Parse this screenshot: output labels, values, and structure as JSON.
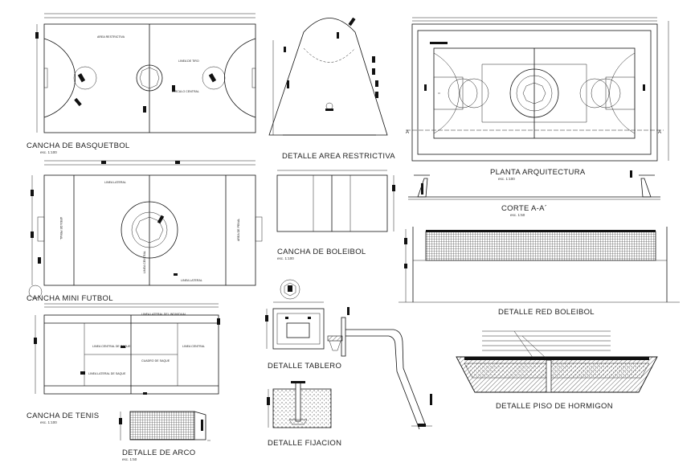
{
  "drawings": {
    "basketball": {
      "title": "CANCHA DE BASQUETBOL",
      "scale": "esc. 1:100",
      "notes": [
        "AREA RESTRICTIVA",
        "LINEA DE TIRO",
        "CIRCULO CENTRAL"
      ]
    },
    "restrictive_area": {
      "title": "DETALLE  AREA RESTRICTIVA"
    },
    "plan": {
      "title": "PLANTA ARQUITECTURA",
      "scale": "esc. 1:100",
      "section_marker": "A"
    },
    "section": {
      "title": "CORTE A-A´",
      "scale": "esc. 1:50"
    },
    "mini_football": {
      "title": "CANCHA MINI FUTBOL",
      "notes": [
        "LINEA LATERAL",
        "AREA DE PENAL",
        "AREA DE PENAL",
        "LINEA CENTRAL",
        "LINEA LATERAL"
      ]
    },
    "volleyball": {
      "title": "CANCHA DE BOLEIBOL",
      "scale": "esc. 1:100"
    },
    "volleyball_net": {
      "title": "DETALLE RED BOLEIBOL"
    },
    "tennis": {
      "title": "CANCHA DE TENIS",
      "scale": "esc. 1:100",
      "notes": [
        "LINEA LATERAL DEL INDIVIDUAL",
        "LINEA CENTRAL DE SAQUE",
        "CUADRO DE SAQUE",
        "LINEA LATERAL DE SAQUE",
        "LINEA CENTRAL"
      ]
    },
    "backboard": {
      "title": "DETALLE TABLERO"
    },
    "anchoring": {
      "title": "DETALLE FIJACION"
    },
    "goal": {
      "title": "DETALLE DE ARCO",
      "scale": "esc. 1:50"
    },
    "concrete_floor": {
      "title": "DETALLE  PISO DE HORMIGON"
    }
  }
}
